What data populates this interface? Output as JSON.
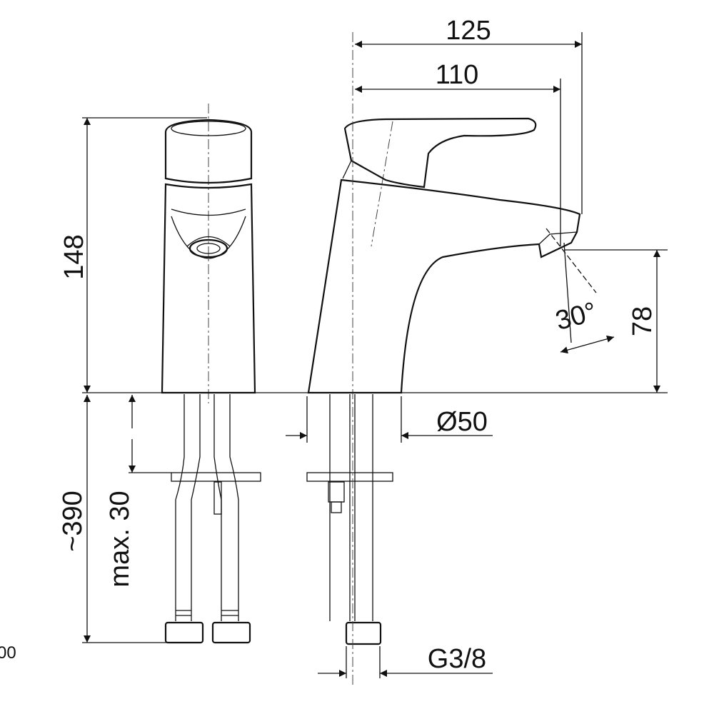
{
  "title": "Basin mixer technical drawing",
  "dimensions": {
    "width_total": "125",
    "width_spout": "110",
    "height_body": "148",
    "spout_height": "78",
    "spout_angle": "30°",
    "base_diameter": "Ø50",
    "hose_length": "~390",
    "max_deck_thickness": "max. 30",
    "thread": "G3/8"
  },
  "fragment_text": "00"
}
